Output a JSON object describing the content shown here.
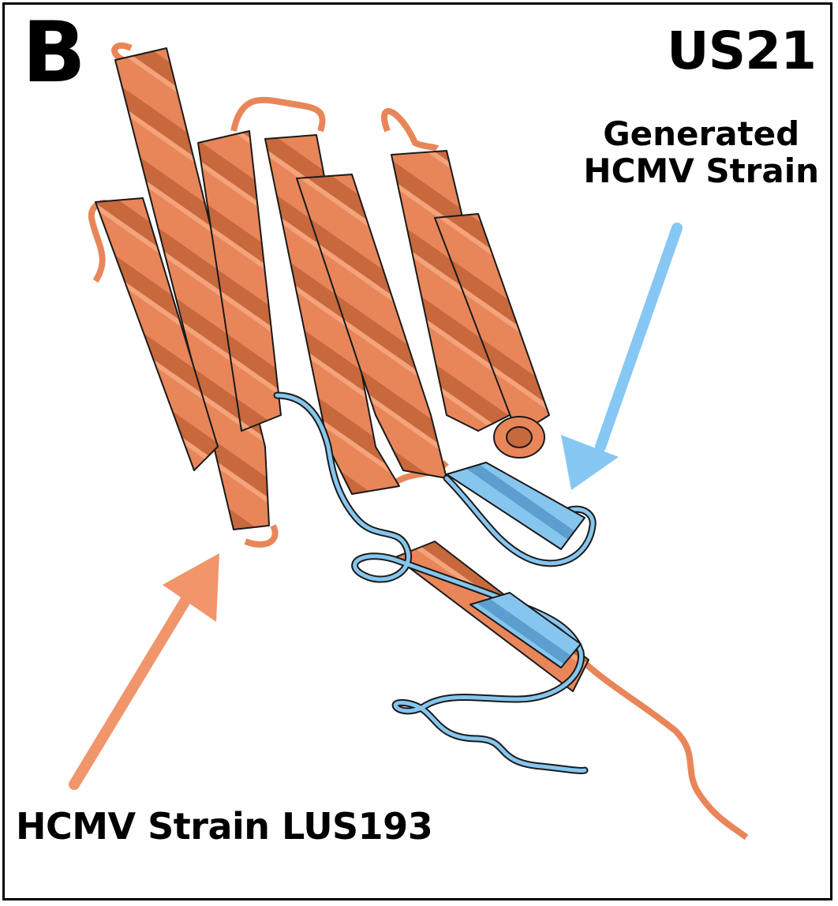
{
  "panel": {
    "letter": "B"
  },
  "protein": {
    "name": "US21"
  },
  "labels": {
    "generated_line1": "Generated",
    "generated_line2": "HCMV Strain",
    "reference": "HCMV Strain LUS193"
  },
  "colors": {
    "reference_structure": "#E8865A",
    "reference_dark": "#A6532F",
    "generated_structure": "#86C6EE",
    "generated_dark": "#4E8DBB",
    "reference_arrow": "#F1956A",
    "generated_arrow": "#86C8F3",
    "outline": "#1a1a1a"
  }
}
